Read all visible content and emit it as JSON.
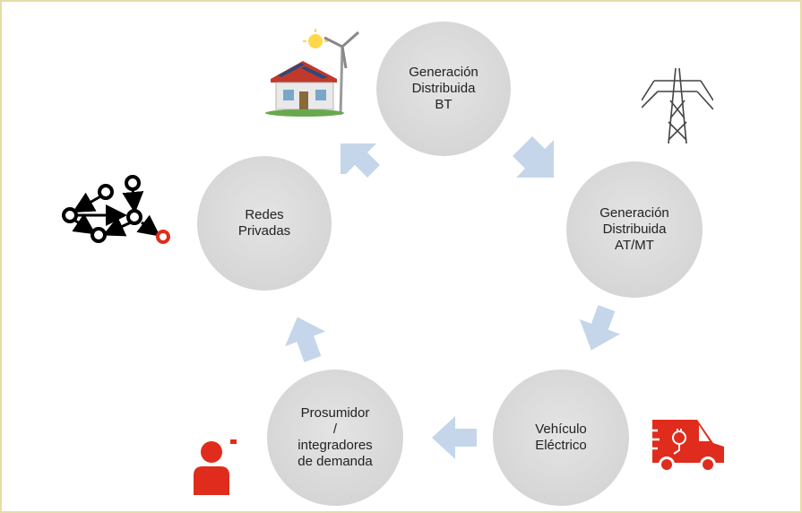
{
  "nodes": {
    "gd_bt": [
      "Generación",
      "Distribuida",
      "BT"
    ],
    "gd_atmt": [
      "Generación",
      "Distribuida",
      "AT/MT"
    ],
    "ve": [
      "Vehículo",
      "Eléctrico"
    ],
    "prosumidor": [
      "Prosumidor",
      "/",
      "integradores",
      "de demanda"
    ],
    "redes": [
      "Redes",
      "Privadas"
    ]
  },
  "icons": [
    "house-solar-wind-icon",
    "transmission-tower-icon",
    "network-graph-icon",
    "electric-van-icon",
    "person-icon"
  ],
  "colors": {
    "node_fill": "#d8d8d8",
    "arrow": "#c5d6ea",
    "accent_red": "#e02c1c",
    "border": "#e6dca8"
  }
}
